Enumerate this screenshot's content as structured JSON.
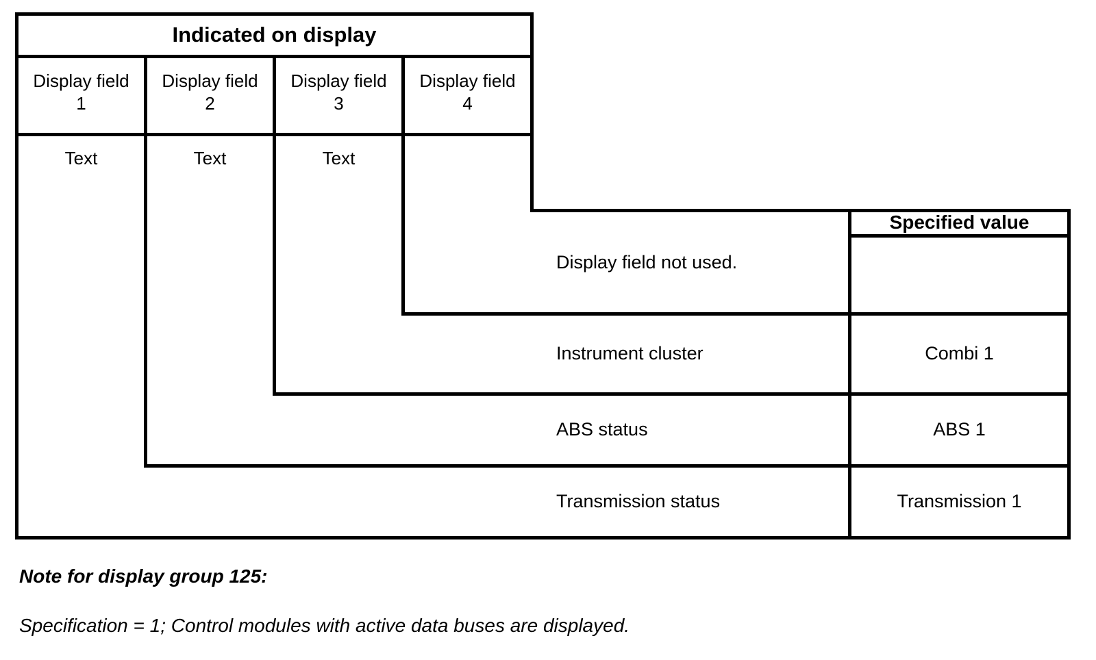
{
  "diagram": {
    "header": {
      "title": "Indicated on display",
      "fields": [
        {
          "label": "Display field",
          "number": "1"
        },
        {
          "label": "Display field",
          "number": "2"
        },
        {
          "label": "Display field",
          "number": "3"
        },
        {
          "label": "Display field",
          "number": "4"
        }
      ]
    },
    "text_row": {
      "cell1": "Text",
      "cell2": "Text",
      "cell3": "Text"
    },
    "spec_header": "Specified value",
    "rows": [
      {
        "label": "Display field not used.",
        "value": ""
      },
      {
        "label": "Instrument cluster",
        "value": "Combi 1"
      },
      {
        "label": "ABS status",
        "value": "ABS 1"
      },
      {
        "label": "Transmission status",
        "value": "Transmission 1"
      }
    ],
    "notes": {
      "title": "Note for display group 125:",
      "body": "Specification = 1; Control modules with active data buses are displayed."
    }
  }
}
